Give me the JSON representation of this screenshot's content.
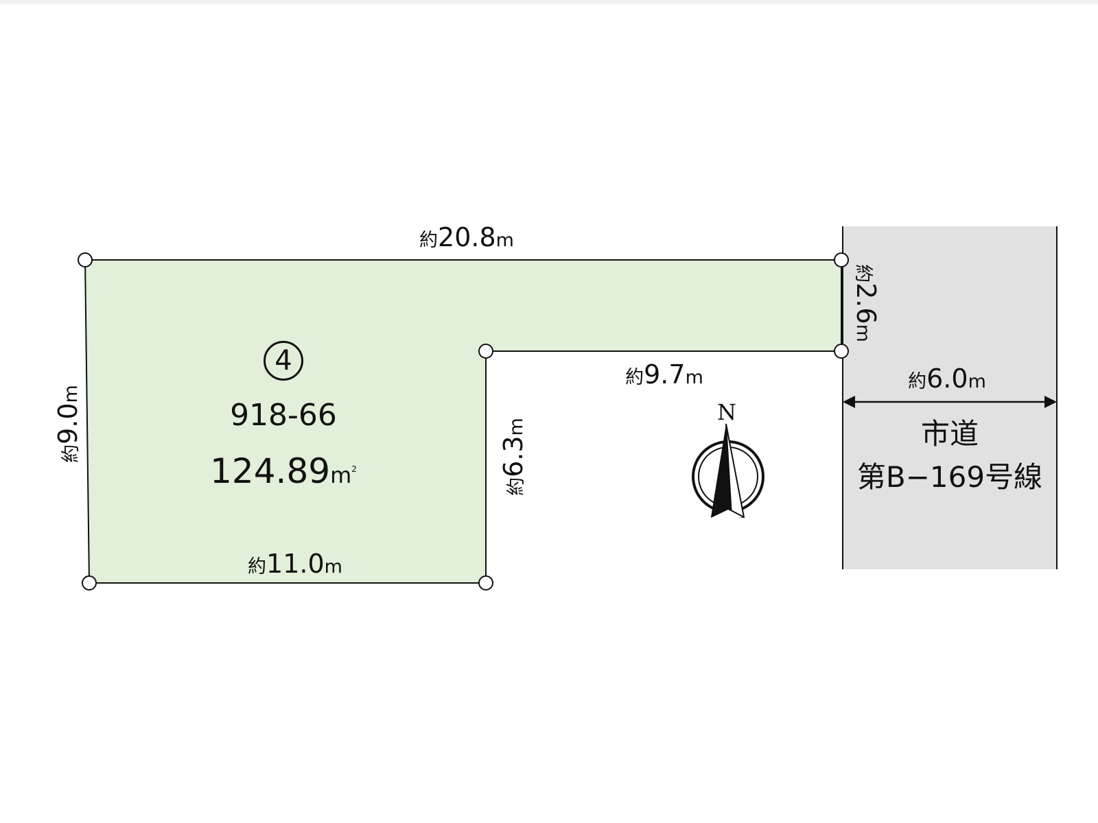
{
  "lot": {
    "number_badge": "4",
    "parcel": "918-66",
    "area_value": "124.89",
    "area_unit": "m",
    "area_unit_sup": "2"
  },
  "dimensions": {
    "top": {
      "prefix": "約",
      "value": "20.8",
      "unit": "m"
    },
    "left": {
      "prefix": "約",
      "value": "9.0",
      "unit": "m"
    },
    "bottom": {
      "prefix": "約",
      "value": "11.0",
      "unit": "m"
    },
    "inner_vertical": {
      "prefix": "約",
      "value": "6.3",
      "unit": "m"
    },
    "inner_horizontal": {
      "prefix": "約",
      "value": "9.7",
      "unit": "m"
    },
    "frontage": {
      "prefix": "約",
      "value": "2.6",
      "unit": "m"
    },
    "road_width": {
      "prefix": "約",
      "value": "6.0",
      "unit": "m"
    }
  },
  "road": {
    "line1": "市道",
    "line2": "第B−169号線"
  },
  "compass": {
    "label": "N"
  },
  "colors": {
    "lot_fill": "#e2efda",
    "road_fill": "#e1e1e1",
    "stroke": "#111111"
  }
}
